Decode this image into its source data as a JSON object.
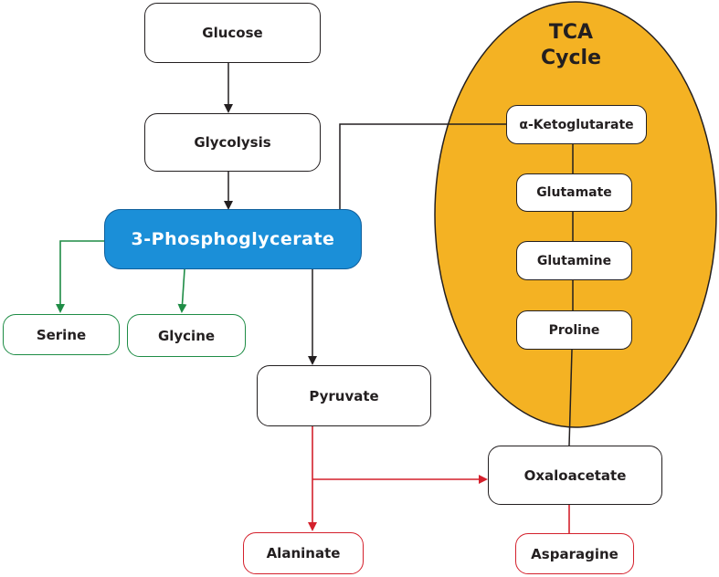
{
  "colors": {
    "black_line": "#231f20",
    "green_line": "#1e8c45",
    "red_line": "#d4202c",
    "tca_fill": "#f4b223",
    "highlight_fill": "#1b8fd8"
  },
  "tca": {
    "title_line1": "TCA",
    "title_line2": "Cycle"
  },
  "nodes": {
    "glucose": "Glucose",
    "glycolysis": "Glycolysis",
    "phosphoglycerate": "3-Phosphoglycerate",
    "serine": "Serine",
    "glycine": "Glycine",
    "pyruvate": "Pyruvate",
    "alaninate": "Alaninate",
    "oxaloacetate": "Oxaloacetate",
    "asparagine": "Asparagine",
    "ketoglutarate": "α-Ketoglutarate",
    "glutamate": "Glutamate",
    "glutamine": "Glutamine",
    "proline": "Proline"
  }
}
